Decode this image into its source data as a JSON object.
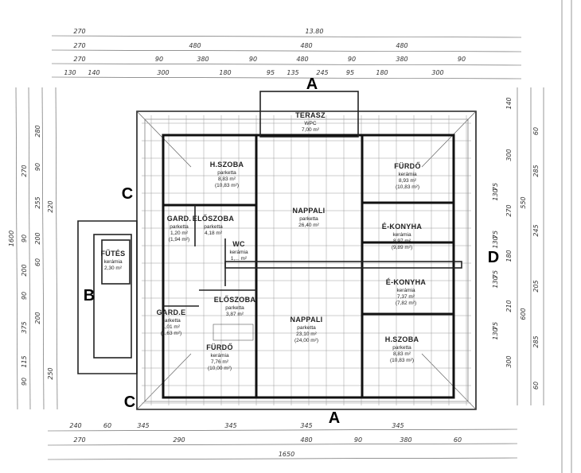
{
  "plan": {
    "rooms": [
      {
        "name": "TERASZ",
        "floor": "WPC",
        "area": "7,00 m²",
        "gross": ""
      },
      {
        "name": "H.SZOBA",
        "floor": "parketta",
        "area": "8,83 m²",
        "gross": "(10,83 m²)"
      },
      {
        "name": "FÜRDŐ",
        "floor": "kerámia",
        "area": "8,93 m²",
        "gross": "(10,83 m²)"
      },
      {
        "name": "NAPPALI",
        "floor": "parketta",
        "area": "26,40 m²",
        "gross": ""
      },
      {
        "name": "GARD.",
        "floor": "parketta",
        "area": "1,20 m²",
        "gross": "(1,94 m²)"
      },
      {
        "name": "ELŐSZOBA",
        "floor": "parketta",
        "area": "4,18 m²",
        "gross": ""
      },
      {
        "name": "É-KONYHA",
        "floor": "kerámia",
        "area": "8,97 m²",
        "gross": "(9,89 m²)"
      },
      {
        "name": "FŰTÉS",
        "floor": "kerámia",
        "area": "2,30 m²",
        "gross": ""
      },
      {
        "name": "WC",
        "floor": "kerámia",
        "area": "1,... m²",
        "gross": ""
      },
      {
        "name": "ELŐSZOBA",
        "floor": "parketta",
        "area": "3,87 m²",
        "gross": ""
      },
      {
        "name": "GARD.E",
        "floor": "parketta",
        "area": "1,01 m²",
        "gross": "(1,63 m²)"
      },
      {
        "name": "FÜRDŐ",
        "floor": "kerámia",
        "area": "7,76 m²",
        "gross": "(10,00 m²)"
      },
      {
        "name": "NAPPALI",
        "floor": "parketta",
        "area": "23,10 m²",
        "gross": "(24,00 m²)"
      },
      {
        "name": "É-KONYHA",
        "floor": "kerámia",
        "area": "7,37 m²",
        "gross": "(7,82 m²)"
      },
      {
        "name": "H.SZOBA",
        "floor": "parketta",
        "area": "8,83 m²",
        "gross": "(10,83 m²)"
      }
    ],
    "section_marks": [
      "A",
      "A",
      "C",
      "C",
      "B",
      "D"
    ],
    "dims_top": [
      "270",
      "13.80",
      "270",
      "480",
      "480",
      "480",
      "270",
      "90",
      "380",
      "90",
      "480",
      "90",
      "380",
      "90",
      "130",
      "140",
      "300",
      "180",
      "95",
      "135",
      "245",
      "95",
      "180",
      "300"
    ],
    "dims_bottom": [
      "240",
      "60",
      "345",
      "345",
      "345",
      "345",
      "270",
      "290",
      "480",
      "90",
      "380",
      "60",
      "1650"
    ],
    "dims_left": [
      "1600",
      "270",
      "90",
      "200",
      "90",
      "375",
      "115",
      "90",
      "280",
      "90",
      "255",
      "200",
      "60",
      "200",
      "220",
      "250"
    ],
    "dims_right": [
      "140",
      "300",
      "270",
      "180",
      "210",
      "300",
      "550",
      "600",
      "60",
      "285",
      "245",
      "205",
      "285",
      "60",
      "75",
      "130",
      "75",
      "130",
      "75",
      "130",
      "75",
      "130"
    ]
  }
}
